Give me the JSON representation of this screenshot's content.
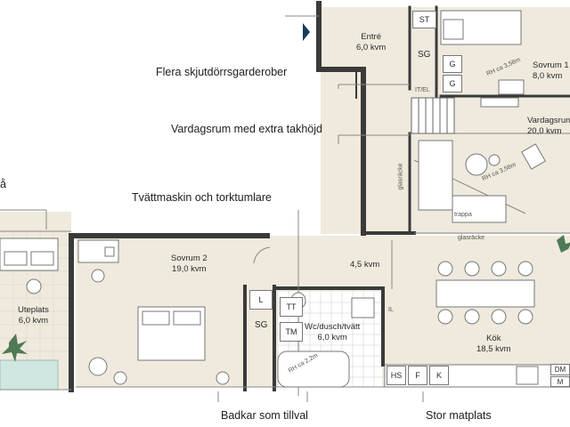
{
  "colors": {
    "floor": "#efeadd",
    "wall": "#3a3a3a",
    "line": "#888888",
    "tile": "#ffffff",
    "accent": "#1b3a5c",
    "plant": "#4f7a55",
    "pool": "#cfe7e0"
  },
  "callouts": {
    "wardrobes": "Flera skjutdörrsgarderober",
    "living_height": "Vardagsrum med extra takhöjd",
    "laundry": "Tvättmaskin och torktumlare",
    "bathtub": "Badkar som tillval",
    "dining": "Stor matplats",
    "left_partial": "å"
  },
  "rooms": {
    "entre": {
      "name": "Entré",
      "area": "6,0 kvm"
    },
    "sovrum1": {
      "name": "Sovrum 1",
      "area": "8,0 kvm"
    },
    "vardagsrum": {
      "name": "Vardagsrum",
      "area": "20,0 kvm"
    },
    "sovrum2": {
      "name": "Sovrum 2",
      "area": "19,0 kvm"
    },
    "hall": {
      "area": "4,5 kvm"
    },
    "wc": {
      "name": "Wc/dusch/tvätt",
      "area": "6,0 kvm"
    },
    "kok": {
      "name": "Kök",
      "area": "18,5 kvm"
    },
    "uteplats": {
      "name": "Uteplats",
      "area": "6,0 kvm"
    }
  },
  "fixtures": {
    "st": "ST",
    "sg": "SG",
    "g1": "G",
    "g2": "G",
    "it_el": "IT/EL",
    "l": "L",
    "sg2": "SG",
    "tt": "TT",
    "tm": "TM",
    "il": "IL",
    "hs": "HS",
    "f": "F",
    "k": "K",
    "dm": "DM",
    "m": "M"
  },
  "notes": {
    "rh1": "RH ca 3,58m",
    "rh2": "RH ca 3,58m",
    "rh3": "RH ca 2,2m",
    "glasracke_left": "glasräcke",
    "glasracke_bottom": "glasräcke",
    "trappa": "trappa"
  }
}
